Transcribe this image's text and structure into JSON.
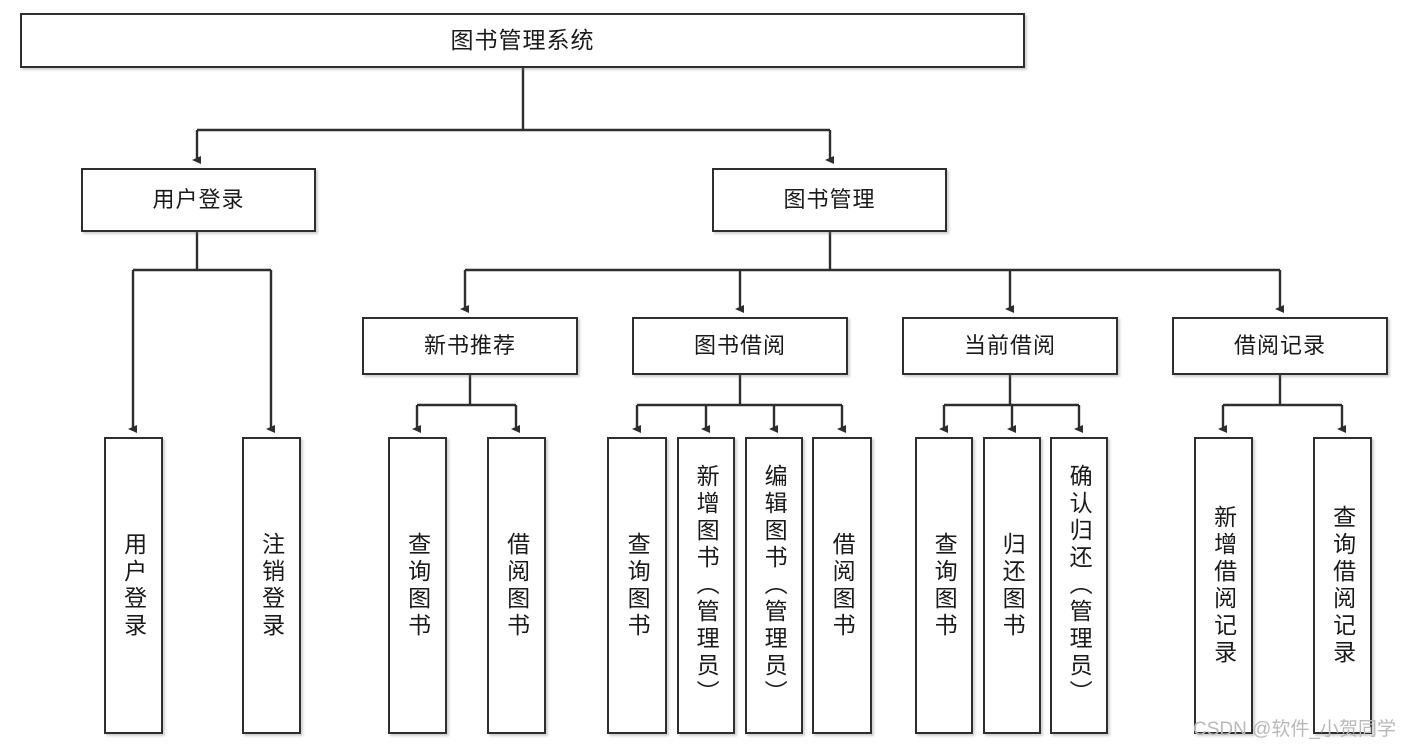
{
  "diagram": {
    "title": "图书管理系统",
    "type": "functional-structure-tree",
    "nodes": {
      "root": {
        "label": "图书管理系统"
      },
      "level2": [
        {
          "id": "user-login",
          "label": "用户登录"
        },
        {
          "id": "book-manage",
          "label": "图书管理"
        }
      ],
      "level3": [
        {
          "id": "new-book-recommend",
          "label": "新书推荐"
        },
        {
          "id": "book-borrow",
          "label": "图书借阅"
        },
        {
          "id": "current-borrow",
          "label": "当前借阅"
        },
        {
          "id": "borrow-record",
          "label": "借阅记录"
        }
      ],
      "leaves": [
        {
          "id": "leaf-user-login",
          "label": "用户登录"
        },
        {
          "id": "leaf-logout-login",
          "label": "注销登录"
        },
        {
          "id": "leaf-query-book-1",
          "label": "查询图书"
        },
        {
          "id": "leaf-borrow-book-1",
          "label": "借阅图书"
        },
        {
          "id": "leaf-query-book-2",
          "label": "查询图书"
        },
        {
          "id": "leaf-add-book",
          "label": "新增图书（管理员）"
        },
        {
          "id": "leaf-edit-book",
          "label": "编辑图书（管理员）"
        },
        {
          "id": "leaf-borrow-book-2",
          "label": "借阅图书"
        },
        {
          "id": "leaf-query-book-3",
          "label": "查询图书"
        },
        {
          "id": "leaf-return-book",
          "label": "归还图书"
        },
        {
          "id": "leaf-confirm-return",
          "label": "确认归还（管理员）"
        },
        {
          "id": "leaf-add-record",
          "label": "新增借阅记录"
        },
        {
          "id": "leaf-query-record",
          "label": "查询借阅记录"
        }
      ]
    },
    "colors": {
      "border": "#2e2e2e",
      "background": "#ffffff",
      "text": "#1a1a1a",
      "watermark": "#b9b9b9"
    }
  },
  "watermark": {
    "text": "CSDN @软件_小贺同学"
  }
}
